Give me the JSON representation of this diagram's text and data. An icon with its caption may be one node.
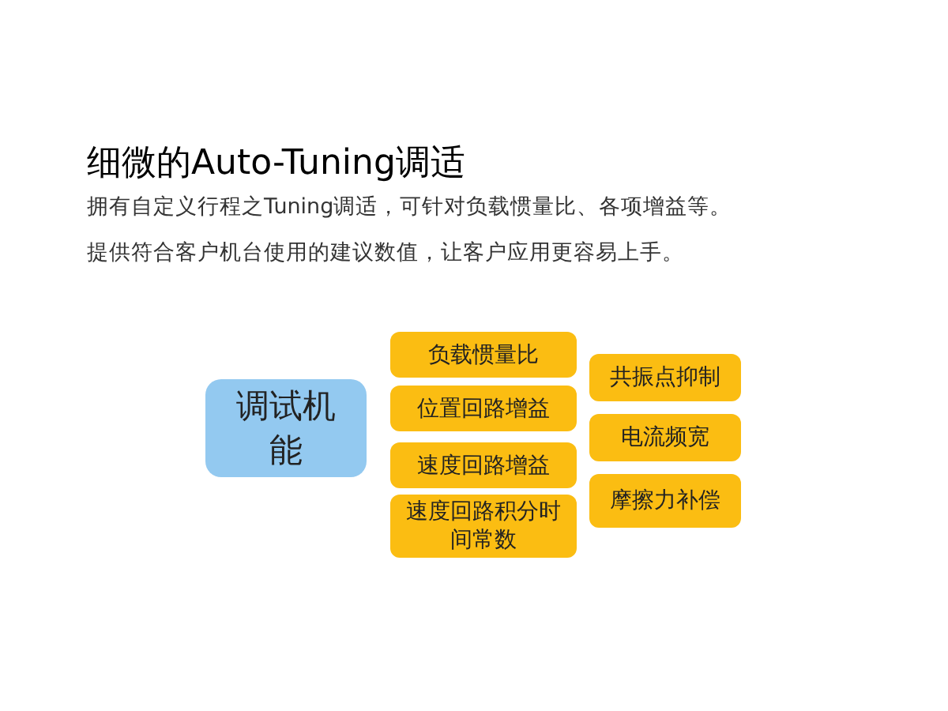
{
  "diagram": {
    "title": "细微的Auto-Tuning调适",
    "nodes": [
      {
        "text": [
          "调试机能"
        ]
      },
      {
        "text": [
          "负载惯量比"
        ]
      },
      {
        "text": [
          "位置回路增益"
        ]
      },
      {
        "text": [
          "速度回路增益"
        ]
      },
      {
        "text": [
          "速度回路积分时间常数"
        ]
      },
      {
        "text": [
          "共振点抑制"
        ]
      },
      {
        "text": [
          "电流频宽"
        ]
      },
      {
        "text": [
          "摩擦力补偿"
        ]
      }
    ],
    "labels": [
      "拥有自定义行程之Tuning调适，可针对负载惯量比、各项增益等。",
      "提供符合客户机台使用的建议数值，让客户应用更容易上手。"
    ]
  }
}
